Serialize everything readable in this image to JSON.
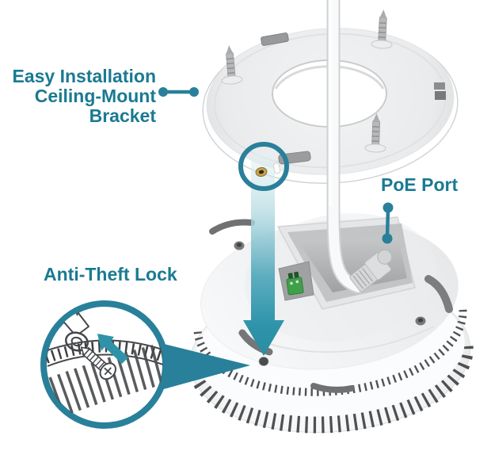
{
  "page": {
    "type": "product-installation-diagram",
    "background": "#ffffff"
  },
  "labels": {
    "bracket": "Easy Installation\nCeiling-Mount\nBracket",
    "poe_port": "PoE Port",
    "anti_theft_lock": "Anti-Theft Lock"
  },
  "colors": {
    "label_text_teal": "#1A7A92",
    "annotation_teal": "#29809A",
    "arrow_teal": "#2E93A9",
    "arrow_gradient_top": "#E4F2F3",
    "arrow_gradient_bottom": "#2B8CA2",
    "alignment_hole_gold": "#C9A24B",
    "terminal_block_green": "#3FA04A",
    "device_body_white": "#F6F7F8",
    "recess_gray": "#9A9C9E"
  },
  "icons": {
    "down_arrow": "insertion-direction-down-arrow",
    "detail_arrow": "lock-screw-direction-arrow",
    "magnifier_circle": "zoom-detail-circle",
    "connector_dot": "callout-connector-dot"
  }
}
